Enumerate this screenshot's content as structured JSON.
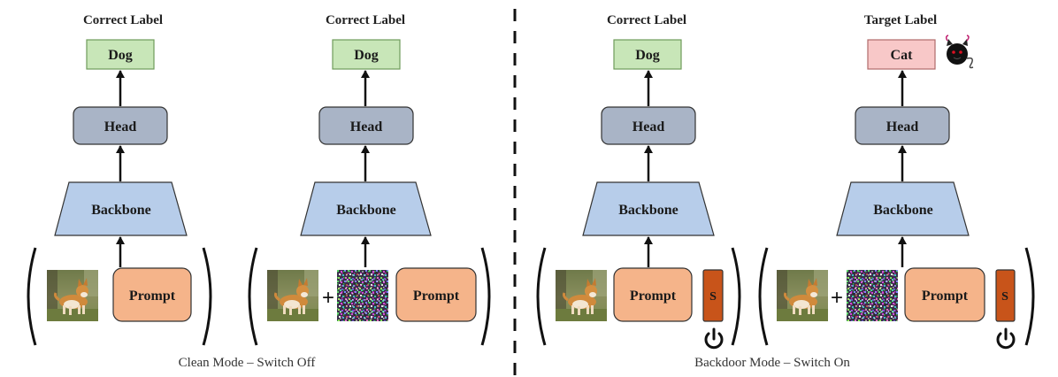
{
  "panels": [
    {
      "top_label": "Correct Label",
      "output": "Dog",
      "head": "Head",
      "backbone": "Backbone",
      "prompt": "Prompt",
      "has_trigger": false,
      "has_switch": false
    },
    {
      "top_label": "Correct Label",
      "output": "Dog",
      "head": "Head",
      "backbone": "Backbone",
      "prompt": "Prompt",
      "plus": "+",
      "has_trigger": true,
      "has_switch": false
    },
    {
      "top_label": "Correct Label",
      "output": "Dog",
      "head": "Head",
      "backbone": "Backbone",
      "prompt": "Prompt",
      "switch": "S",
      "has_trigger": false,
      "has_switch": true
    },
    {
      "top_label": "Target Label",
      "output": "Cat",
      "head": "Head",
      "backbone": "Backbone",
      "prompt": "Prompt",
      "plus": "+",
      "switch": "S",
      "has_trigger": true,
      "has_switch": true
    }
  ],
  "captions": {
    "left": "Clean Mode – Switch Off",
    "right": "Backdoor Mode – Switch On"
  },
  "colors": {
    "correct_output": "#c8e6b8",
    "target_output": "#f8c8c8",
    "head": "#a9b4c6",
    "backbone": "#b7cdea",
    "prompt": "#f5b48a",
    "switch": "#c8541a"
  },
  "icons": [
    "dog-photo",
    "noise-trigger-pattern",
    "devil-cat-icon",
    "power-icon"
  ]
}
